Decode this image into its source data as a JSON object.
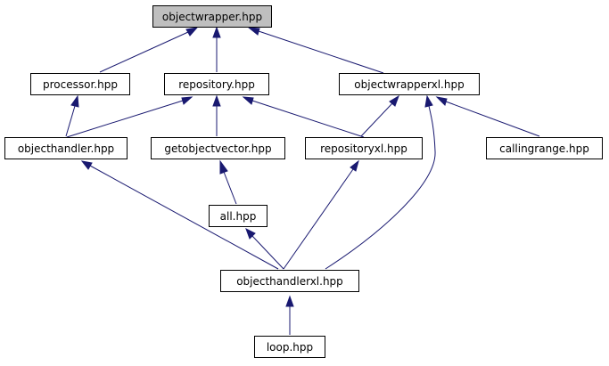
{
  "colors": {
    "edge": "#191970",
    "root_fill": "#bfbfbf",
    "node_fill": "#ffffff",
    "node_border": "#000000"
  },
  "nodes": {
    "objectwrapper": {
      "label": "objectwrapper.hpp"
    },
    "processor": {
      "label": "processor.hpp"
    },
    "repository": {
      "label": "repository.hpp"
    },
    "objectwrapperxl": {
      "label": "objectwrapperxl.hpp"
    },
    "objecthandler": {
      "label": "objecthandler.hpp"
    },
    "getobjectvector": {
      "label": "getobjectvector.hpp"
    },
    "repositoryxl": {
      "label": "repositoryxl.hpp"
    },
    "callingrange": {
      "label": "callingrange.hpp"
    },
    "all": {
      "label": "all.hpp"
    },
    "objecthandlerxl": {
      "label": "objecthandlerxl.hpp"
    },
    "loop": {
      "label": "loop.hpp"
    }
  },
  "edges": [
    {
      "from": "processor",
      "to": "objectwrapper"
    },
    {
      "from": "repository",
      "to": "objectwrapper"
    },
    {
      "from": "objectwrapperxl",
      "to": "objectwrapper"
    },
    {
      "from": "objecthandler",
      "to": "processor"
    },
    {
      "from": "objecthandler",
      "to": "repository"
    },
    {
      "from": "getobjectvector",
      "to": "repository"
    },
    {
      "from": "repositoryxl",
      "to": "repository"
    },
    {
      "from": "repositoryxl",
      "to": "objectwrapperxl"
    },
    {
      "from": "objecthandlerxl",
      "to": "objectwrapperxl"
    },
    {
      "from": "callingrange",
      "to": "objectwrapperxl"
    },
    {
      "from": "all",
      "to": "getobjectvector"
    },
    {
      "from": "objecthandlerxl",
      "to": "objecthandler"
    },
    {
      "from": "objecthandlerxl",
      "to": "all"
    },
    {
      "from": "objecthandlerxl",
      "to": "repositoryxl"
    },
    {
      "from": "loop",
      "to": "objecthandlerxl"
    }
  ]
}
